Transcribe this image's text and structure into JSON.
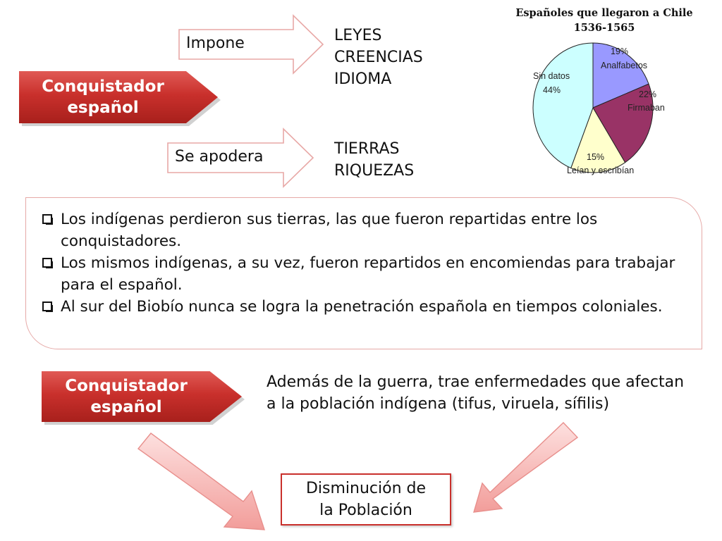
{
  "top_section": {
    "conquistador_label_line1": "Conquistador",
    "conquistador_label_line2": "español",
    "impone_label": "Impone",
    "impone_items": [
      "LEYES",
      "CREENCIAS",
      "IDIOMA"
    ],
    "apodera_label": "Se apodera",
    "apodera_items": [
      "TIERRAS",
      "RIQUEZAS"
    ]
  },
  "bullets": [
    "Los indígenas perdieron sus tierras, las que fueron repartidas entre los conquistadores.",
    "Los mismos indígenas, a su vez, fueron repartidos en encomiendas para trabajar para el español.",
    "Al sur del Biobío nunca se logra la penetración española en tiempos coloniales."
  ],
  "bottom_section": {
    "conquistador_label_line1": "Conquistador",
    "conquistador_label_line2": "español",
    "paragraph": "Además de la guerra, trae enfermedades que afectan a la población indígena (tifus, viruela, sífilis)",
    "result_line1": "Disminución de",
    "result_line2": "la Población"
  },
  "colors": {
    "red_tag": "#c9302c",
    "arrow_fill": "#f7b7b5",
    "slice_analfabetos": "#9999ff",
    "slice_firmaban": "#993366",
    "slice_leian": "#ffffcc",
    "slice_sin_datos": "#ccffff"
  },
  "chart_data": {
    "type": "pie",
    "title_line1": "Españoles que llegaron a Chile",
    "title_line2": "1536-1565",
    "slices": [
      {
        "label": "Analfabetos",
        "value": 19,
        "value_label": "19%",
        "color": "#9999ff"
      },
      {
        "label": "Firmaban",
        "value": 22,
        "value_label": "22%",
        "color": "#993366"
      },
      {
        "label": "Leían y escribían",
        "value": 15,
        "value_label": "15%",
        "color": "#ffffcc"
      },
      {
        "label": "Sin datos",
        "value": 44,
        "value_label": "44%",
        "color": "#ccffff"
      }
    ]
  }
}
